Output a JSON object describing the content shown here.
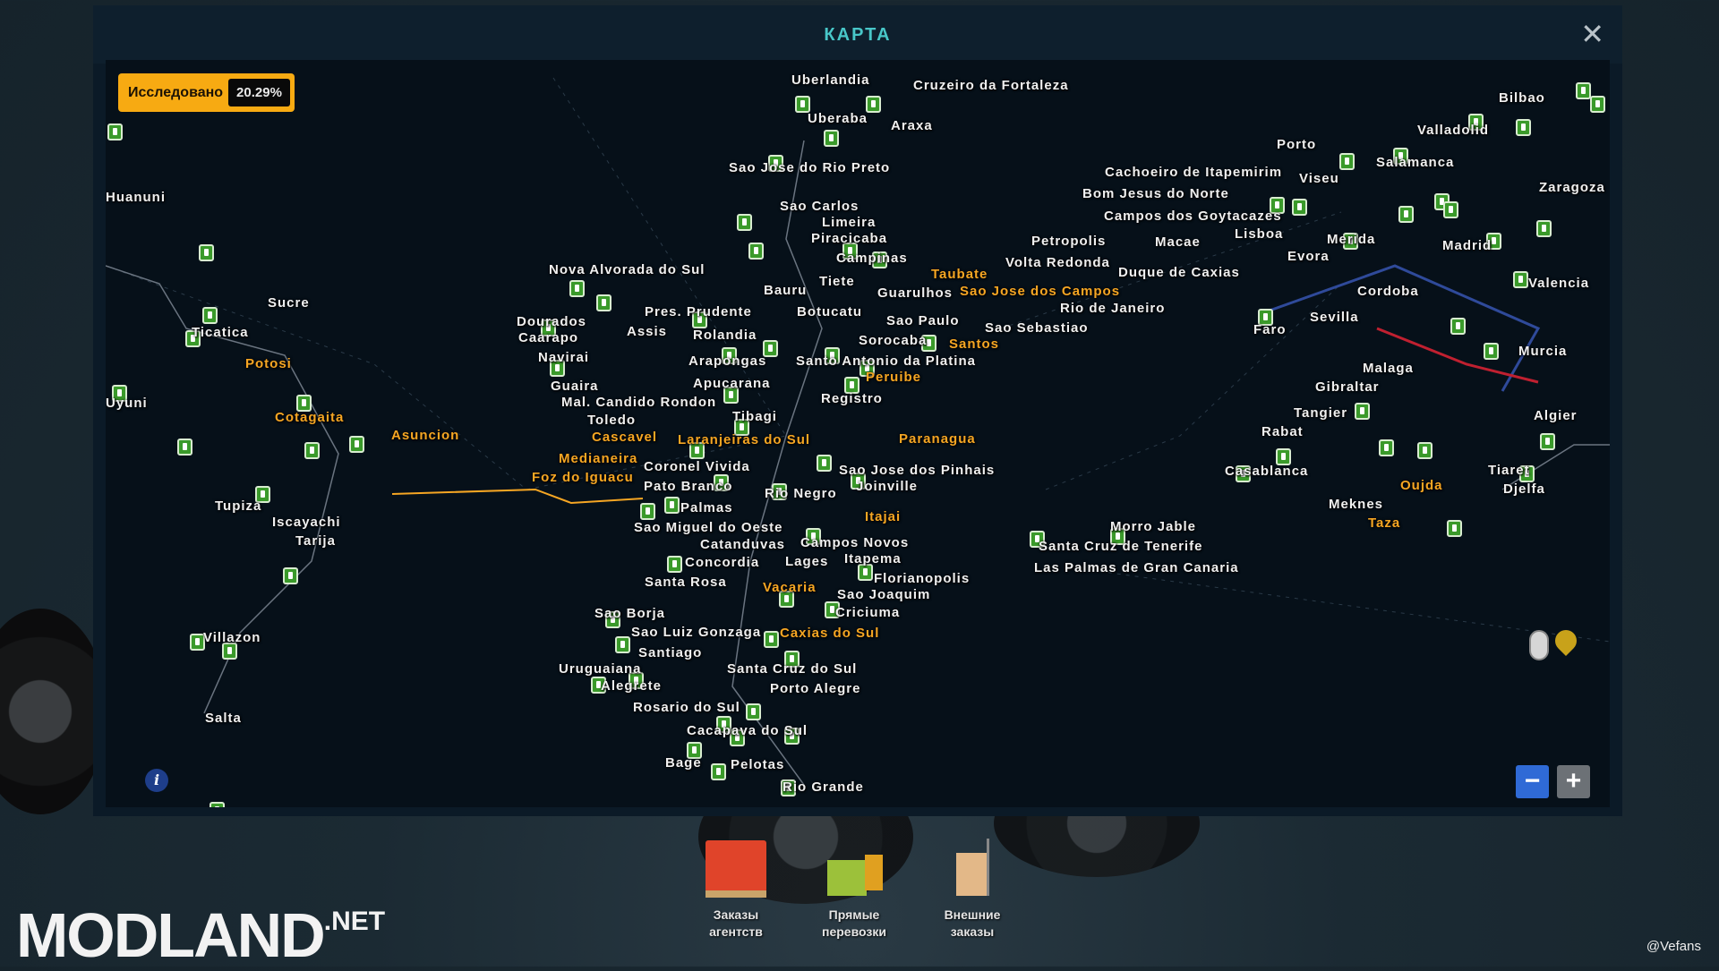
{
  "window": {
    "title": "КАРТА",
    "close_icon": "close-icon"
  },
  "explored": {
    "label": "Исследовано",
    "value": "20.29%",
    "percent": 20.29
  },
  "map": {
    "cities": [
      "Uberlandia",
      "Cruzeiro da Fortaleza",
      "Uberaba",
      "Araxa",
      "Sao Jose do Rio Preto",
      "Sao Carlos",
      "Limeira",
      "Piracicaba",
      "Campinas",
      "Nova Alvorada do Sul",
      "Bauru",
      "Pres. Prudente",
      "Botucatu",
      "Tiete",
      "Sorocaba",
      "Sao Paulo",
      "Guarulhos",
      "Taubate",
      "Sao Jose dos Campos",
      "Rio de Janeiro",
      "Petropolis",
      "Volta Redonda",
      "Macae",
      "Duque de Caxias",
      "Campos dos Goytacazes",
      "Cachoeiro de Itapemirim",
      "Bom Jesus do Norte",
      "Sao Sebastiao",
      "Santos",
      "Peruibe",
      "Dourados",
      "Caarapo",
      "Navirai",
      "Assis",
      "Rolandia",
      "Arapongas",
      "Santo Antonio da Platina",
      "Apucarana",
      "Guaira",
      "Mal. Candido Rondon",
      "Toledo",
      "Cascavel",
      "Medianeira",
      "Foz do Iguacu",
      "Laranjeiras do Sul",
      "Registro",
      "Paranagua",
      "Tibagi",
      "Coronel Vivida",
      "Sao Jose dos Pinhais",
      "Pato Branco",
      "Palmas",
      "Joinville",
      "Rio Negro",
      "Itajai",
      "Sao Miguel do Oeste",
      "Catanduvas",
      "Concordia",
      "Campos Novos",
      "Itapema",
      "Florianopolis",
      "Lages",
      "Santa Rosa",
      "Vacaria",
      "Sao Joaquim",
      "Sao Borja",
      "Sao Luiz Gonzaga",
      "Criciuma",
      "Caxias do Sul",
      "Santiago",
      "Uruguaiana",
      "Alegrete",
      "Santa Cruz do Sul",
      "Rosario do Sul",
      "Porto Alegre",
      "Cacapava do Sul",
      "Bage",
      "Pelotas",
      "Rio Grande",
      "Huanuni",
      "Sucre",
      "Ticatica",
      "Potosi",
      "Uyuni",
      "Cotagaita",
      "Asuncion",
      "Tupiza",
      "Iscayachi",
      "Tarija",
      "Villazon",
      "Salta",
      "Santa Cruz de Tenerife",
      "Morro Jable",
      "Las Palmas de Gran Canaria",
      "Porto",
      "Viseu",
      "Valladolid",
      "Bilbao",
      "Salamanca",
      "Zaragoza",
      "Lisboa",
      "Merida",
      "Madrid",
      "Evora",
      "Valencia",
      "Cordoba",
      "Sevilla",
      "Faro",
      "Murcia",
      "Malaga",
      "Gibraltar",
      "Tangier",
      "Algier",
      "Rabat",
      "Casablanca",
      "Tiaret",
      "Oujda",
      "Djelfa",
      "Meknes",
      "Taza"
    ]
  },
  "controls": {
    "zoom_out": "−",
    "zoom_in": "+",
    "info": "i"
  },
  "bottom_menu": [
    {
      "line1": "Заказы",
      "line2": "агентств"
    },
    {
      "line1": "Прямые",
      "line2": "перевозки"
    },
    {
      "line1": "Внешние",
      "line2": "заказы"
    }
  ],
  "watermark": {
    "text": "MODLAND",
    "suffix": ".NET"
  },
  "credit": "@Vefans",
  "colors": {
    "accent": "#f7aa12",
    "title": "#48c6c8",
    "visited": "#f6a623",
    "fuel": "#3a9a2a"
  }
}
